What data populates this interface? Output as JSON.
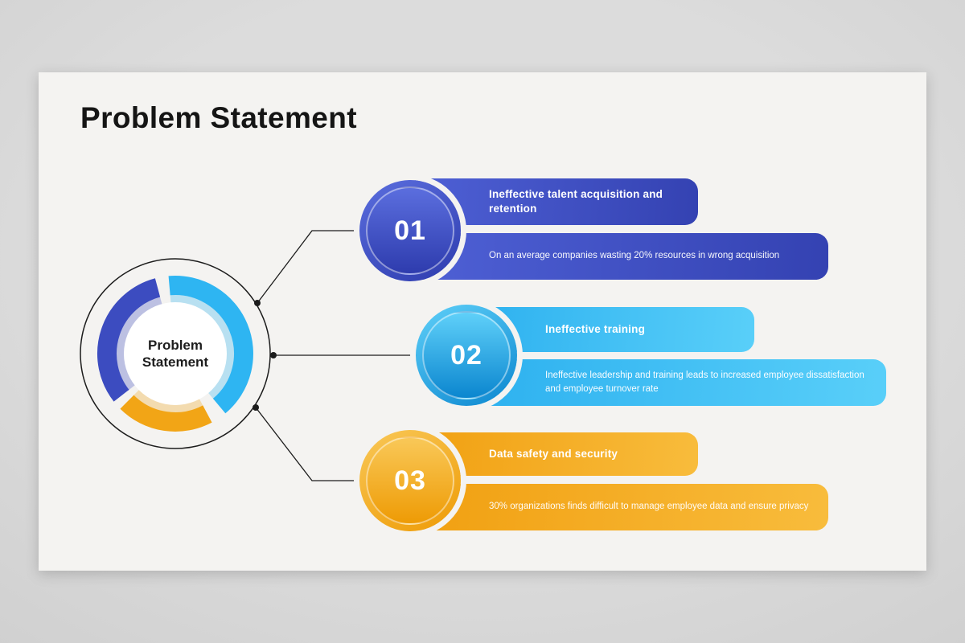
{
  "page": {
    "title": "Problem Statement"
  },
  "hub": {
    "label": "Problem Statement",
    "segments": [
      {
        "name": "indigo-segment",
        "color": "#3c4cc0"
      },
      {
        "name": "blue-segment",
        "color": "#2eb5f2"
      },
      {
        "name": "orange-segment",
        "color": "#f2a516"
      }
    ],
    "outline_color": "#1c1c1c"
  },
  "items": [
    {
      "number": "01",
      "title": "Ineffective talent acquisition and retention",
      "description": "On an average companies wasting 20% resources in wrong acquisition",
      "colors": {
        "bar_from": "#4f61d6",
        "bar_to": "#3442b2",
        "circle_from": "#5b6ede",
        "circle_to": "#2e3cae"
      }
    },
    {
      "number": "02",
      "title": "Ineffective training",
      "description": "Ineffective leadership and training leads to increased employee dissatisfaction and employee turnover rate",
      "colors": {
        "bar_from": "#2cb0ef",
        "bar_to": "#59cff9",
        "circle_from": "#5fd0f9",
        "circle_to": "#0b86cf"
      }
    },
    {
      "number": "03",
      "title": "Data safety and security",
      "description": "30% organizations finds difficult to manage employee data and ensure privacy",
      "colors": {
        "bar_from": "#f19f10",
        "bar_to": "#f8bc3c",
        "circle_from": "#f9c858",
        "circle_to": "#ee9b05"
      }
    }
  ]
}
